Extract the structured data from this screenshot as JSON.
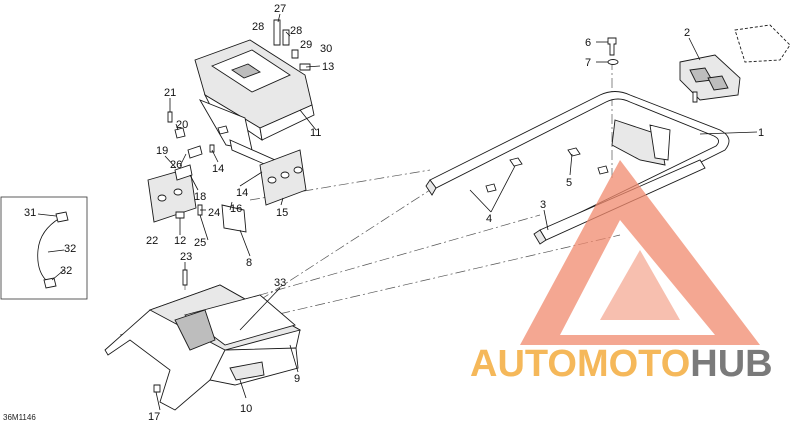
{
  "diagram": {
    "ref_code": "36M1146",
    "callouts": [
      "1",
      "2",
      "3",
      "4",
      "5",
      "6",
      "7",
      "8",
      "9",
      "10",
      "11",
      "12",
      "13",
      "14",
      "14",
      "15",
      "16",
      "17",
      "18",
      "19",
      "20",
      "21",
      "22",
      "23",
      "24",
      "25",
      "26",
      "27",
      "28",
      "28",
      "29",
      "30",
      "31",
      "32",
      "32",
      "33"
    ]
  },
  "watermark": {
    "text_part1": "AUTOMOTO",
    "text_part2": "HUB",
    "color_primary": "#f08a6e",
    "color_accent": "#f5b85a",
    "color_dark": "#7a7a7a"
  }
}
